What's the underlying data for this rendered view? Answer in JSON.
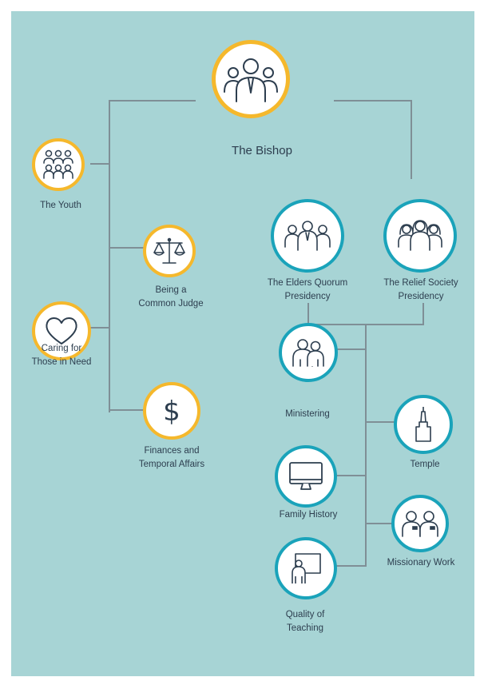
{
  "bishop": {
    "label": "The Bishop"
  },
  "bishop_roles": {
    "youth": {
      "label": "The Youth"
    },
    "common_judge": {
      "line1": "Being a",
      "line2": "Common Judge"
    },
    "caring": {
      "line1": "Caring for",
      "line2": "Those in Need"
    },
    "finances": {
      "line1": "Finances and",
      "line2": "Temporal Affairs"
    }
  },
  "presidencies": {
    "elders_quorum": {
      "line1": "The Elders Quorum",
      "line2": "Presidency"
    },
    "relief_society": {
      "line1": "The Relief Society",
      "line2": "Presidency"
    }
  },
  "responsibilities": {
    "ministering": {
      "label": "Ministering"
    },
    "temple": {
      "label": "Temple"
    },
    "family_history": {
      "label": "Family History"
    },
    "missionary_work": {
      "label": "Missionary Work"
    },
    "quality_teaching": {
      "line1": "Quality of",
      "line2": "Teaching"
    }
  },
  "colors": {
    "background": "#a7d4d5",
    "gold": "#f5b82c",
    "teal": "#1aa3ba",
    "line": "#7f8f96",
    "text": "#2d3e4f"
  }
}
